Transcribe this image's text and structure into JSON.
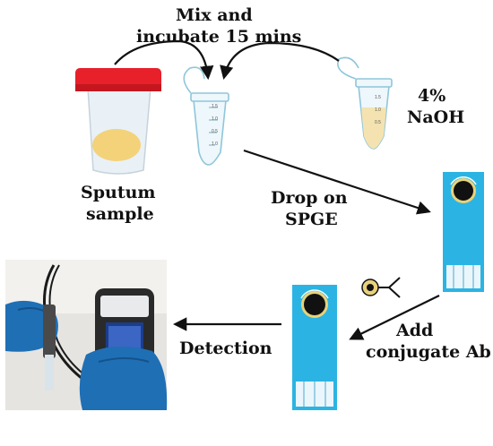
{
  "labels": {
    "mix": "Mix and",
    "incubate": "incubate 15 mins",
    "naoh_pct": "4%",
    "naoh": "NaOH",
    "sputum": "Sputum",
    "sample": "sample",
    "drop_on": "Drop on",
    "spge": "SPGE",
    "add": "Add",
    "conjugate": "conjugate Ab",
    "detection": "Detection"
  },
  "tube_scale": [
    "1.5",
    "1.0",
    "0.5",
    "1.5",
    "1.0",
    "0.5",
    "1.0"
  ],
  "colors": {
    "cup_lid": "#e8202a",
    "sputum": "#f3d27a",
    "electrode": "#2bb4e3",
    "tube": "#bfe3ef",
    "naoh_liquid": "#f4e3b0"
  }
}
